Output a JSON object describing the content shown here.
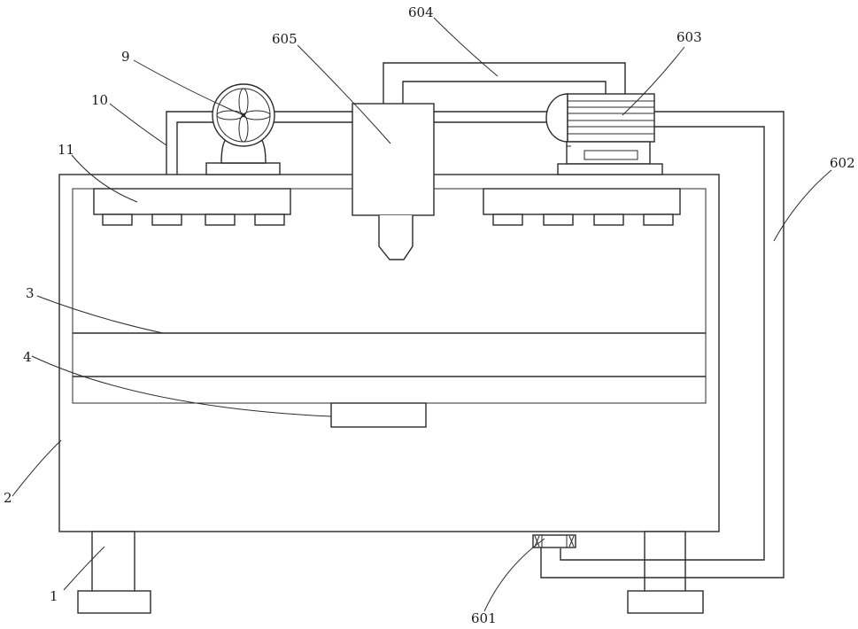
{
  "labels": {
    "l1": "1",
    "l2": "2",
    "l3": "3",
    "l4": "4",
    "l9": "9",
    "l10": "10",
    "l11": "11",
    "l601": "601",
    "l602": "602",
    "l603": "603",
    "l604": "604",
    "l605": "605"
  }
}
